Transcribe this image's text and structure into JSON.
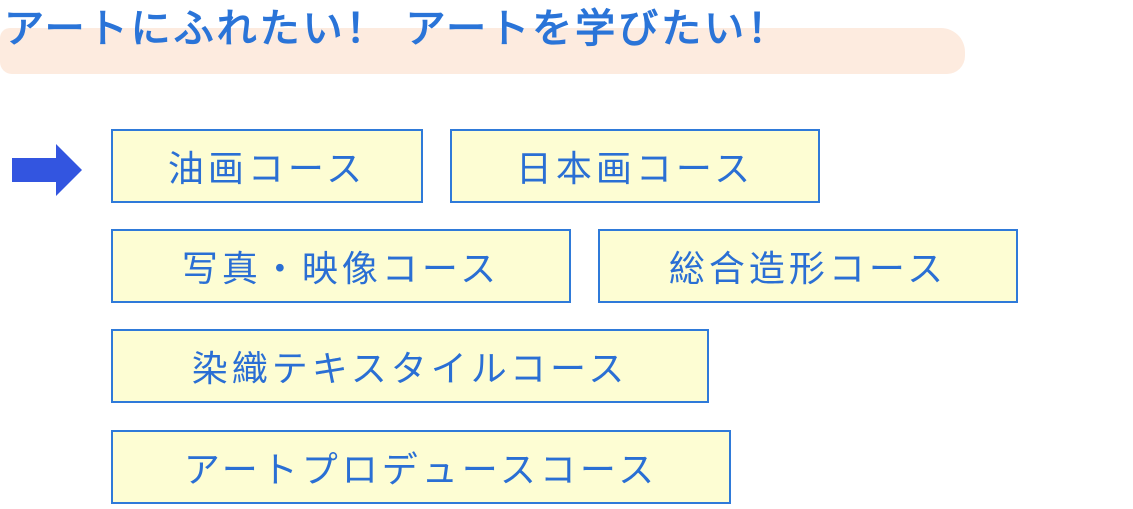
{
  "header": {
    "title": "アートにふれたい！ アートを学びたい！"
  },
  "colors": {
    "text": "#2a74d8",
    "box_fill": "#fdfdd3",
    "box_border": "#2f7ad9",
    "arrow": "#3355e0",
    "highlight": "#fde9dc"
  },
  "pointer": {
    "icon": "arrow-right-icon"
  },
  "courses": [
    {
      "label": "油画コース"
    },
    {
      "label": "日本画コース"
    },
    {
      "label": "写真・映像コース"
    },
    {
      "label": "総合造形コース"
    },
    {
      "label": "染織テキスタイルコース"
    },
    {
      "label": "アートプロデュースコース"
    }
  ]
}
